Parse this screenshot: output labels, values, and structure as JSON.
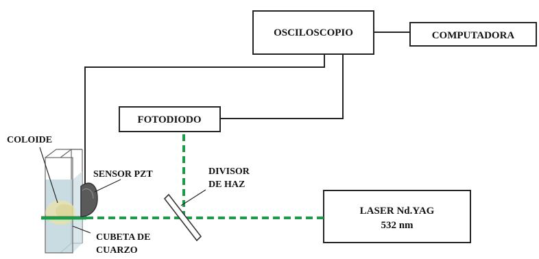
{
  "diagram": {
    "components": {
      "oscilloscope": "OSCILOSCOPIO",
      "computer": "COMPUTADORA",
      "photodiode": "FOTODIODO",
      "laser_line1": "LASER Nd.YAG",
      "laser_line2": "532 nm"
    },
    "labels": {
      "colloid": "COLOIDE",
      "pzt_sensor": "SENSOR PZT",
      "beam_splitter_line1": "DIVISOR",
      "beam_splitter_line2": "DE HAZ",
      "cuvette_line1": "CUBETA DE",
      "cuvette_line2": "CUARZO"
    },
    "colors": {
      "laser_beam": "#1e9a4a",
      "lines": "#222222",
      "cuvette_fill": "#bfd6dc",
      "sensor_fill": "#5a5a5a"
    }
  }
}
